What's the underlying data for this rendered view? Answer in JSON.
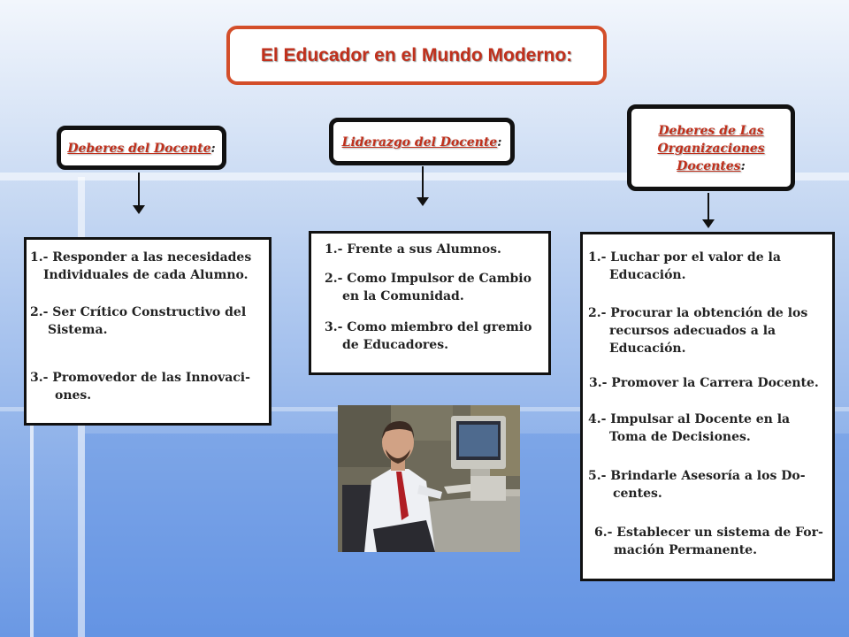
{
  "title": "El Educador en el Mundo Moderno:",
  "columns": [
    {
      "heading_lines": [
        "Deberes del Docente"
      ],
      "items": [
        {
          "line1": "1.- Responder a las necesidades",
          "line2": "Individuales de cada Alumno."
        },
        {
          "line1": "2.- Ser Crítico Constructivo del",
          "line2": "Sistema."
        },
        {
          "line1": "3.- Promovedor de las Innovaci-",
          "line2": "ones."
        }
      ]
    },
    {
      "heading_lines": [
        "Liderazgo del Docente"
      ],
      "items": [
        {
          "line1": "1.- Frente a sus Alumnos.",
          "line2": ""
        },
        {
          "line1": "2.- Como Impulsor de Cambio",
          "line2": "en la Comunidad."
        },
        {
          "line1": "3.- Como miembro del gremio",
          "line2": "de Educadores."
        }
      ]
    },
    {
      "heading_lines": [
        "Deberes de Las",
        "Organizaciones",
        "Docentes"
      ],
      "items": [
        {
          "line1": "1.- Luchar por el valor de la",
          "line2": "Educación."
        },
        {
          "line1": "2.- Procurar la obtención de los",
          "line2": "recursos adecuados a la",
          "line3": "Educación."
        },
        {
          "line1": "3.- Promover la Carrera Docente.",
          "line2": ""
        },
        {
          "line1": "4.- Impulsar al Docente en la",
          "line2": "Toma de Decisiones."
        },
        {
          "line1": "5.- Brindarle Asesoría a los Do-",
          "line2": "centes."
        },
        {
          "line1": "6.- Establecer un sistema de For-",
          "line2": "mación Permanente."
        }
      ]
    }
  ],
  "colon": ":"
}
